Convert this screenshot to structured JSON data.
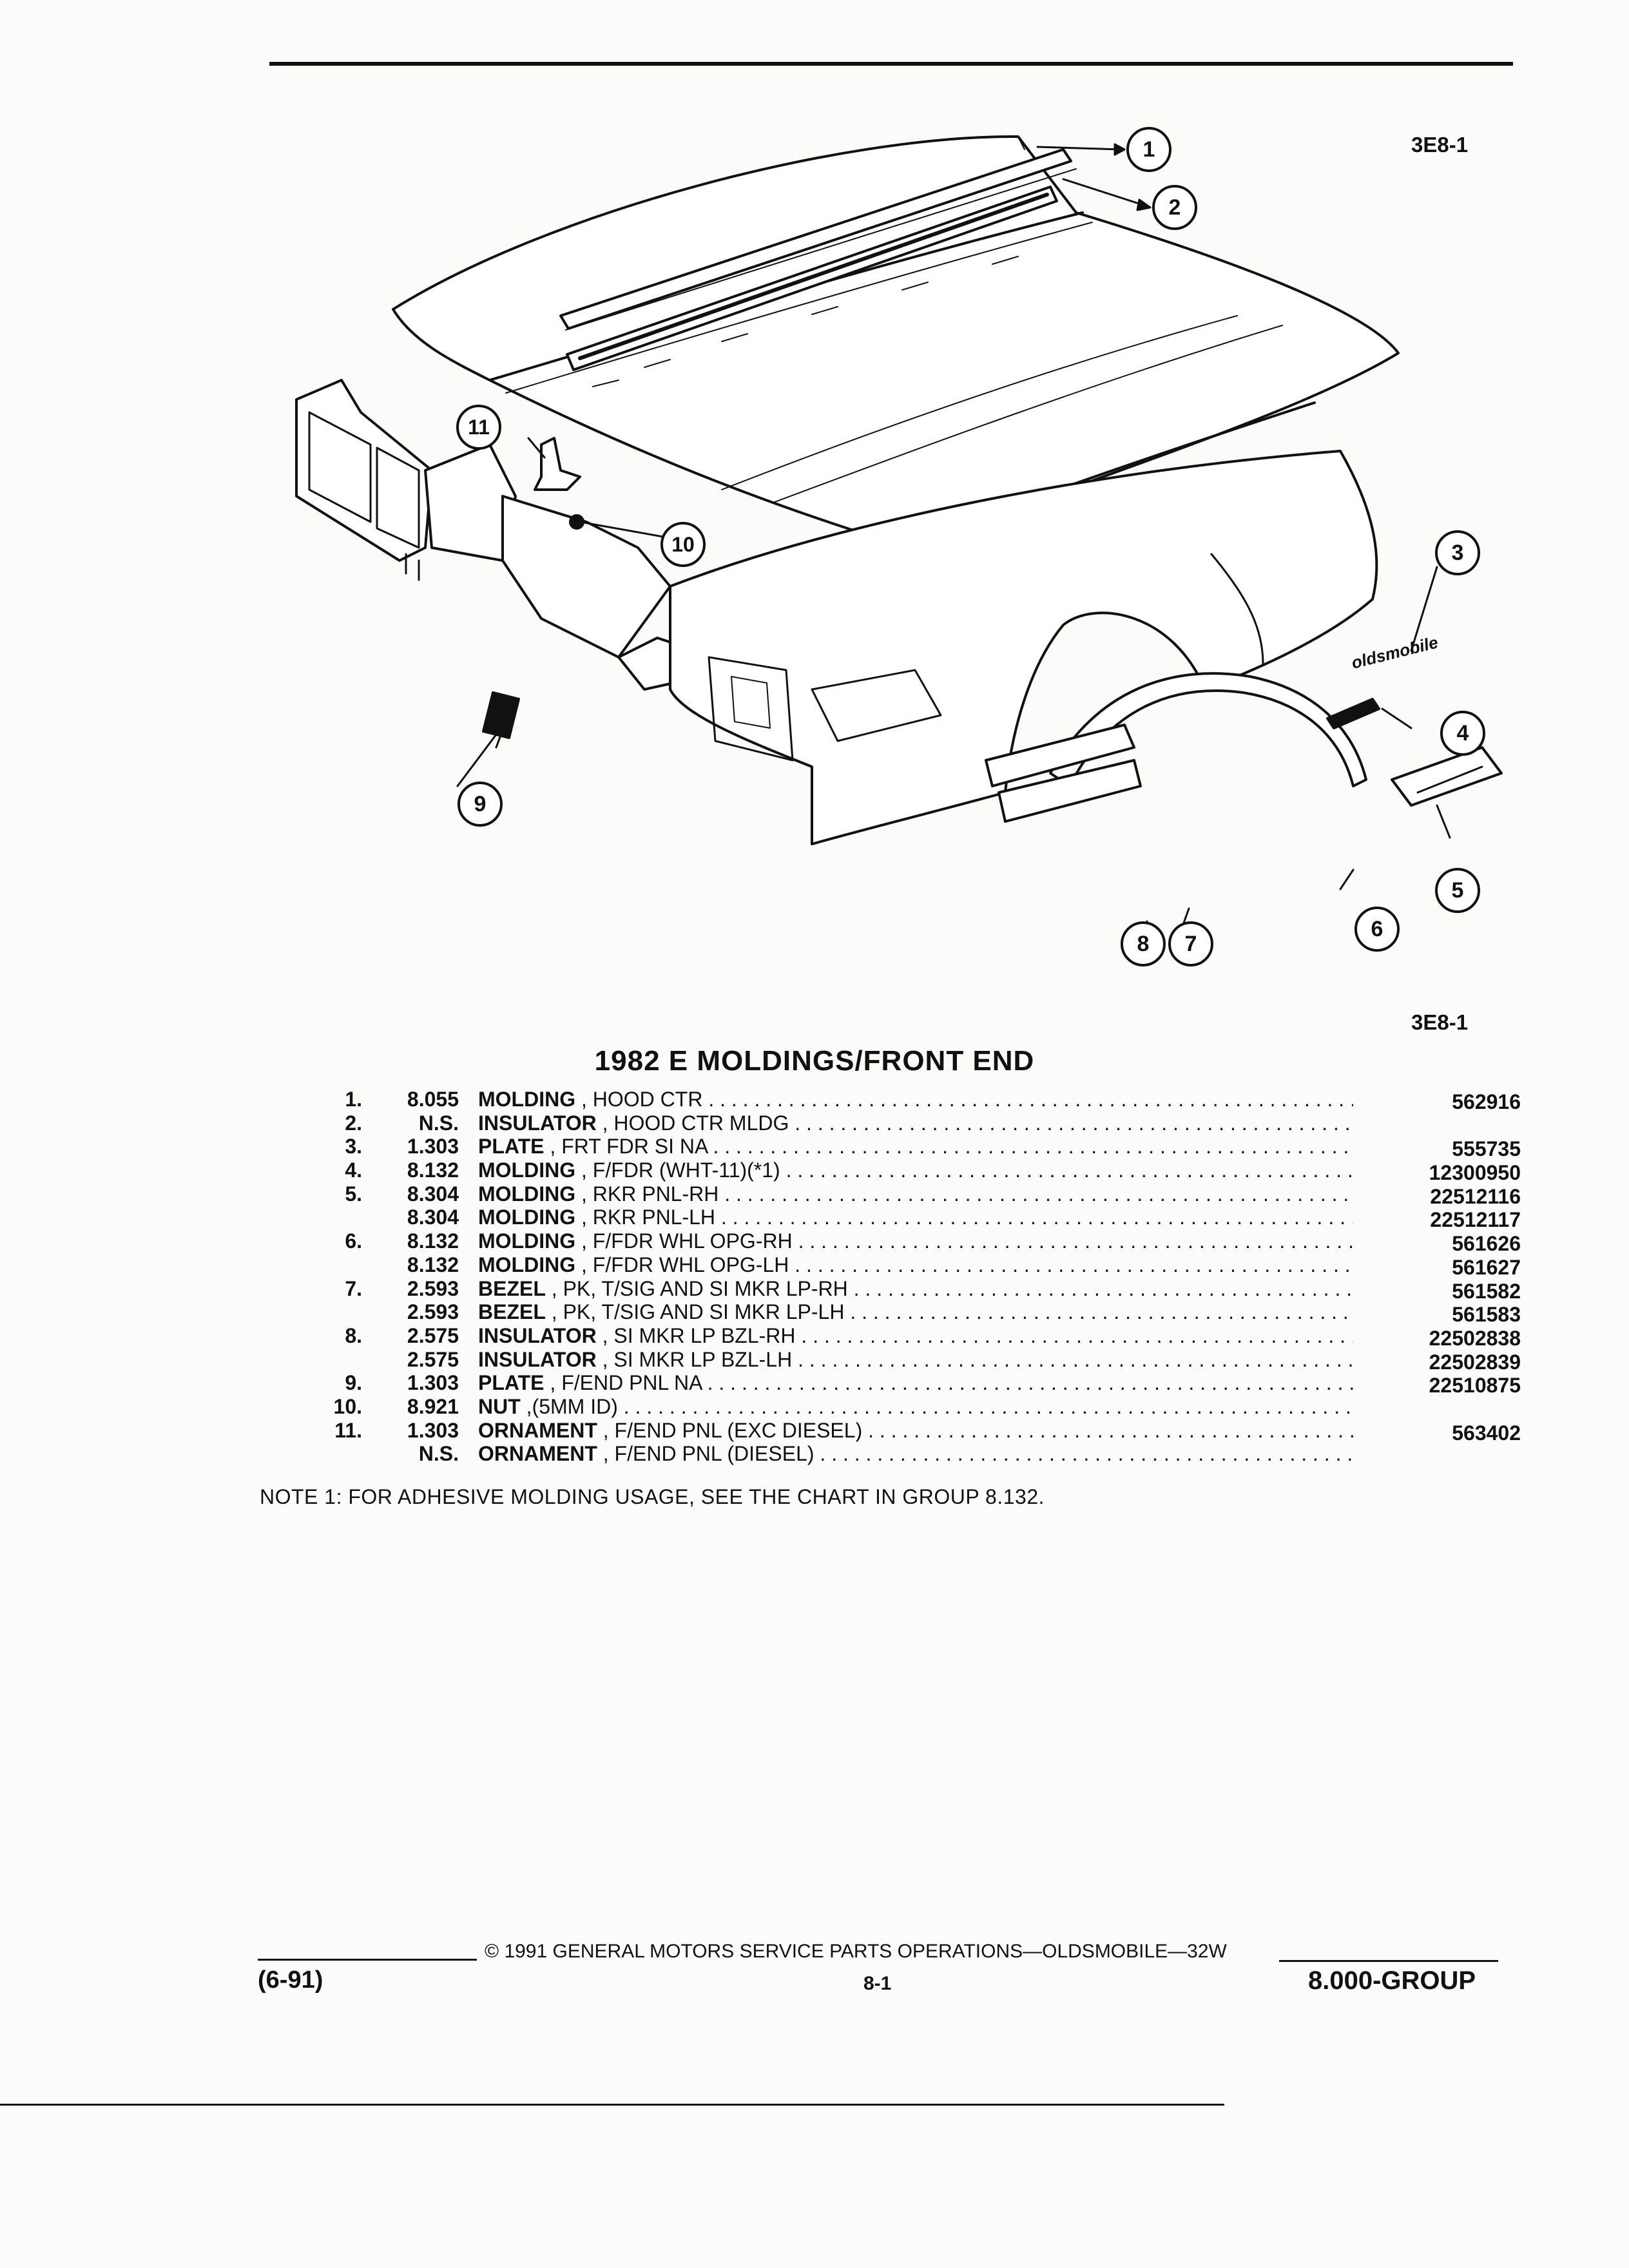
{
  "header": {
    "ref_top": "3E8-1",
    "ref_bottom": "3E8-1"
  },
  "diagram": {
    "callouts": [
      "1",
      "2",
      "3",
      "4",
      "5",
      "6",
      "7",
      "8",
      "9",
      "10",
      "11"
    ],
    "emblem_text": "oldsmobile"
  },
  "title": "1982 E MOLDINGS/FRONT END",
  "parts": [
    {
      "no": "1.",
      "group": "8.055",
      "name": "MOLDING",
      "desc": ", HOOD CTR",
      "part": "562916"
    },
    {
      "no": "2.",
      "group": "N.S.",
      "name": "INSULATOR",
      "desc": ", HOOD CTR MLDG",
      "part": ""
    },
    {
      "no": "3.",
      "group": "1.303",
      "name": "PLATE",
      "desc": ", FRT FDR SI NA",
      "part": "555735"
    },
    {
      "no": "4.",
      "group": "8.132",
      "name": "MOLDING",
      "desc": ", F/FDR (WHT-11)(*1)",
      "part": "12300950"
    },
    {
      "no": "5.",
      "group": "8.304",
      "name": "MOLDING",
      "desc": ", RKR PNL-RH",
      "part": "22512116"
    },
    {
      "no": "",
      "group": "8.304",
      "name": "MOLDING",
      "desc": ", RKR PNL-LH",
      "part": "22512117"
    },
    {
      "no": "6.",
      "group": "8.132",
      "name": "MOLDING",
      "desc": ", F/FDR WHL OPG-RH",
      "part": "561626"
    },
    {
      "no": "",
      "group": "8.132",
      "name": "MOLDING",
      "desc": ", F/FDR WHL OPG-LH",
      "part": "561627"
    },
    {
      "no": "7.",
      "group": "2.593",
      "name": "BEZEL",
      "desc": ", PK, T/SIG AND SI MKR LP-RH",
      "part": "561582"
    },
    {
      "no": "",
      "group": "2.593",
      "name": "BEZEL",
      "desc": ", PK, T/SIG AND SI MKR LP-LH",
      "part": "561583"
    },
    {
      "no": "8.",
      "group": "2.575",
      "name": "INSULATOR",
      "desc": ", SI MKR LP BZL-RH",
      "part": "22502838"
    },
    {
      "no": "",
      "group": "2.575",
      "name": "INSULATOR",
      "desc": ", SI MKR LP BZL-LH",
      "part": "22502839"
    },
    {
      "no": "9.",
      "group": "1.303",
      "name": "PLATE",
      "desc": ", F/END PNL NA",
      "part": "22510875"
    },
    {
      "no": "10.",
      "group": "8.921",
      "name": "NUT",
      "desc": ",(5MM ID)",
      "part": ""
    },
    {
      "no": "11.",
      "group": "1.303",
      "name": "ORNAMENT",
      "desc": ", F/END PNL (EXC DIESEL)",
      "part": "563402"
    },
    {
      "no": "",
      "group": "N.S.",
      "name": "ORNAMENT",
      "desc": ", F/END PNL (DIESEL)",
      "part": ""
    }
  ],
  "note": "NOTE  1:  FOR ADHESIVE MOLDING USAGE, SEE THE CHART IN GROUP 8.132.",
  "footer": {
    "copyright": "©  1991  GENERAL MOTORS SERVICE PARTS OPERATIONS—OLDSMOBILE—32W",
    "date": "(6-91)",
    "page": "8-1",
    "group": "8.000-GROUP"
  }
}
